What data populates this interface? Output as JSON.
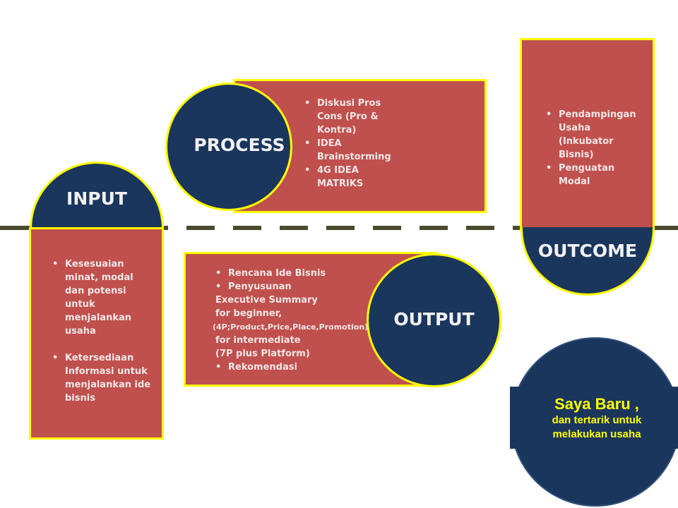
{
  "input": {
    "title": "INPUT",
    "items": [
      "Kesesuaian minat, modal dan potensi untuk menjalankan usaha",
      "Ketersediaan Informasi untuk menjalankan ide bisnis"
    ]
  },
  "process": {
    "title": "PROCESS",
    "items": [
      "Diskusi Pros Cons (Pro & Kontra)",
      "IDEA Brainstorming",
      "4G IDEA MATRIKS"
    ]
  },
  "output": {
    "title": "OUTPUT",
    "items": [
      "Rencana Ide Bisnis",
      "Penyusunan"
    ],
    "lines": [
      "Executive Summary",
      "for beginner,",
      "(4P;Product,Price,Place,Promotion)",
      "for intermediate",
      "(7P plus Platform)"
    ],
    "last": "Rekomendasi"
  },
  "outcome": {
    "title": "OUTCOME",
    "items": [
      "Pendampingan Usaha (Inkubator Bisnis)",
      "Penguatan Modal"
    ]
  },
  "callout": {
    "headline": "Saya Baru ,",
    "line1": "dan tertarik untuk",
    "line2": "melakukan usaha"
  },
  "colors": {
    "red": "#c0504d",
    "navy": "#1b365d",
    "accent": "#ffff00",
    "line": "#4a4a2e"
  }
}
